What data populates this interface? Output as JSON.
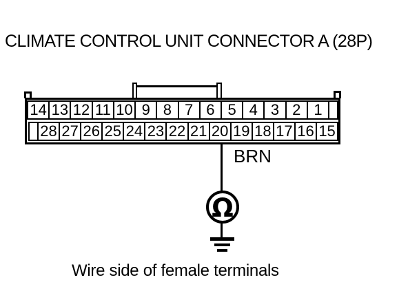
{
  "title": "CLIMATE CONTROL UNIT CONNECTOR A (28P)",
  "connector": {
    "top_row": [
      "14",
      "13",
      "12",
      "11",
      "10",
      "9",
      "8",
      "7",
      "6",
      "5",
      "4",
      "3",
      "2",
      "1",
      ""
    ],
    "bottom_row": [
      "",
      "28",
      "27",
      "26",
      "25",
      "24",
      "23",
      "22",
      "21",
      "20",
      "19",
      "18",
      "17",
      "16",
      "15"
    ]
  },
  "wire": {
    "label": "BRN",
    "from_pin": "20"
  },
  "meter": {
    "symbol": "Ω"
  },
  "caption": "Wire side of female terminals",
  "colors": {
    "line": "#000000",
    "background": "#ffffff"
  }
}
